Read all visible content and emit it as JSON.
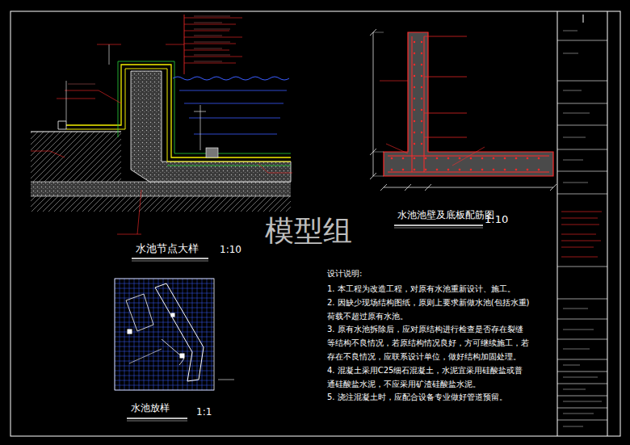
{
  "diagram": {
    "labels": [
      "水池节点大样",
      "1:10",
      "水池池壁及底板配筋图",
      "1:10",
      "水池放样",
      "1:1",
      "模型组",
      "设计说明:",
      "1. 本工程为改造工程，对原有水池重新设计、施工。",
      "2. 因缺少现场结构图纸，原则上要求新做水池(包括水重)荷载不超过原有水池。",
      "3. 原有水池拆除后，应对原结构进行检查是否存在裂缝等结构不良情况，若原结构情况良好，方可继续施工，若存在不良情况，应联系设计单位，做好结构加固处理。",
      "4. 混凝土采用C25细石混凝土，水泥宜采用硅酸盐或普通硅酸盐水泥，不应采用矿渣硅酸盐水泥。",
      "5. 浇注混凝土时，应配合设备专业做好管道预留。"
    ]
  }
}
